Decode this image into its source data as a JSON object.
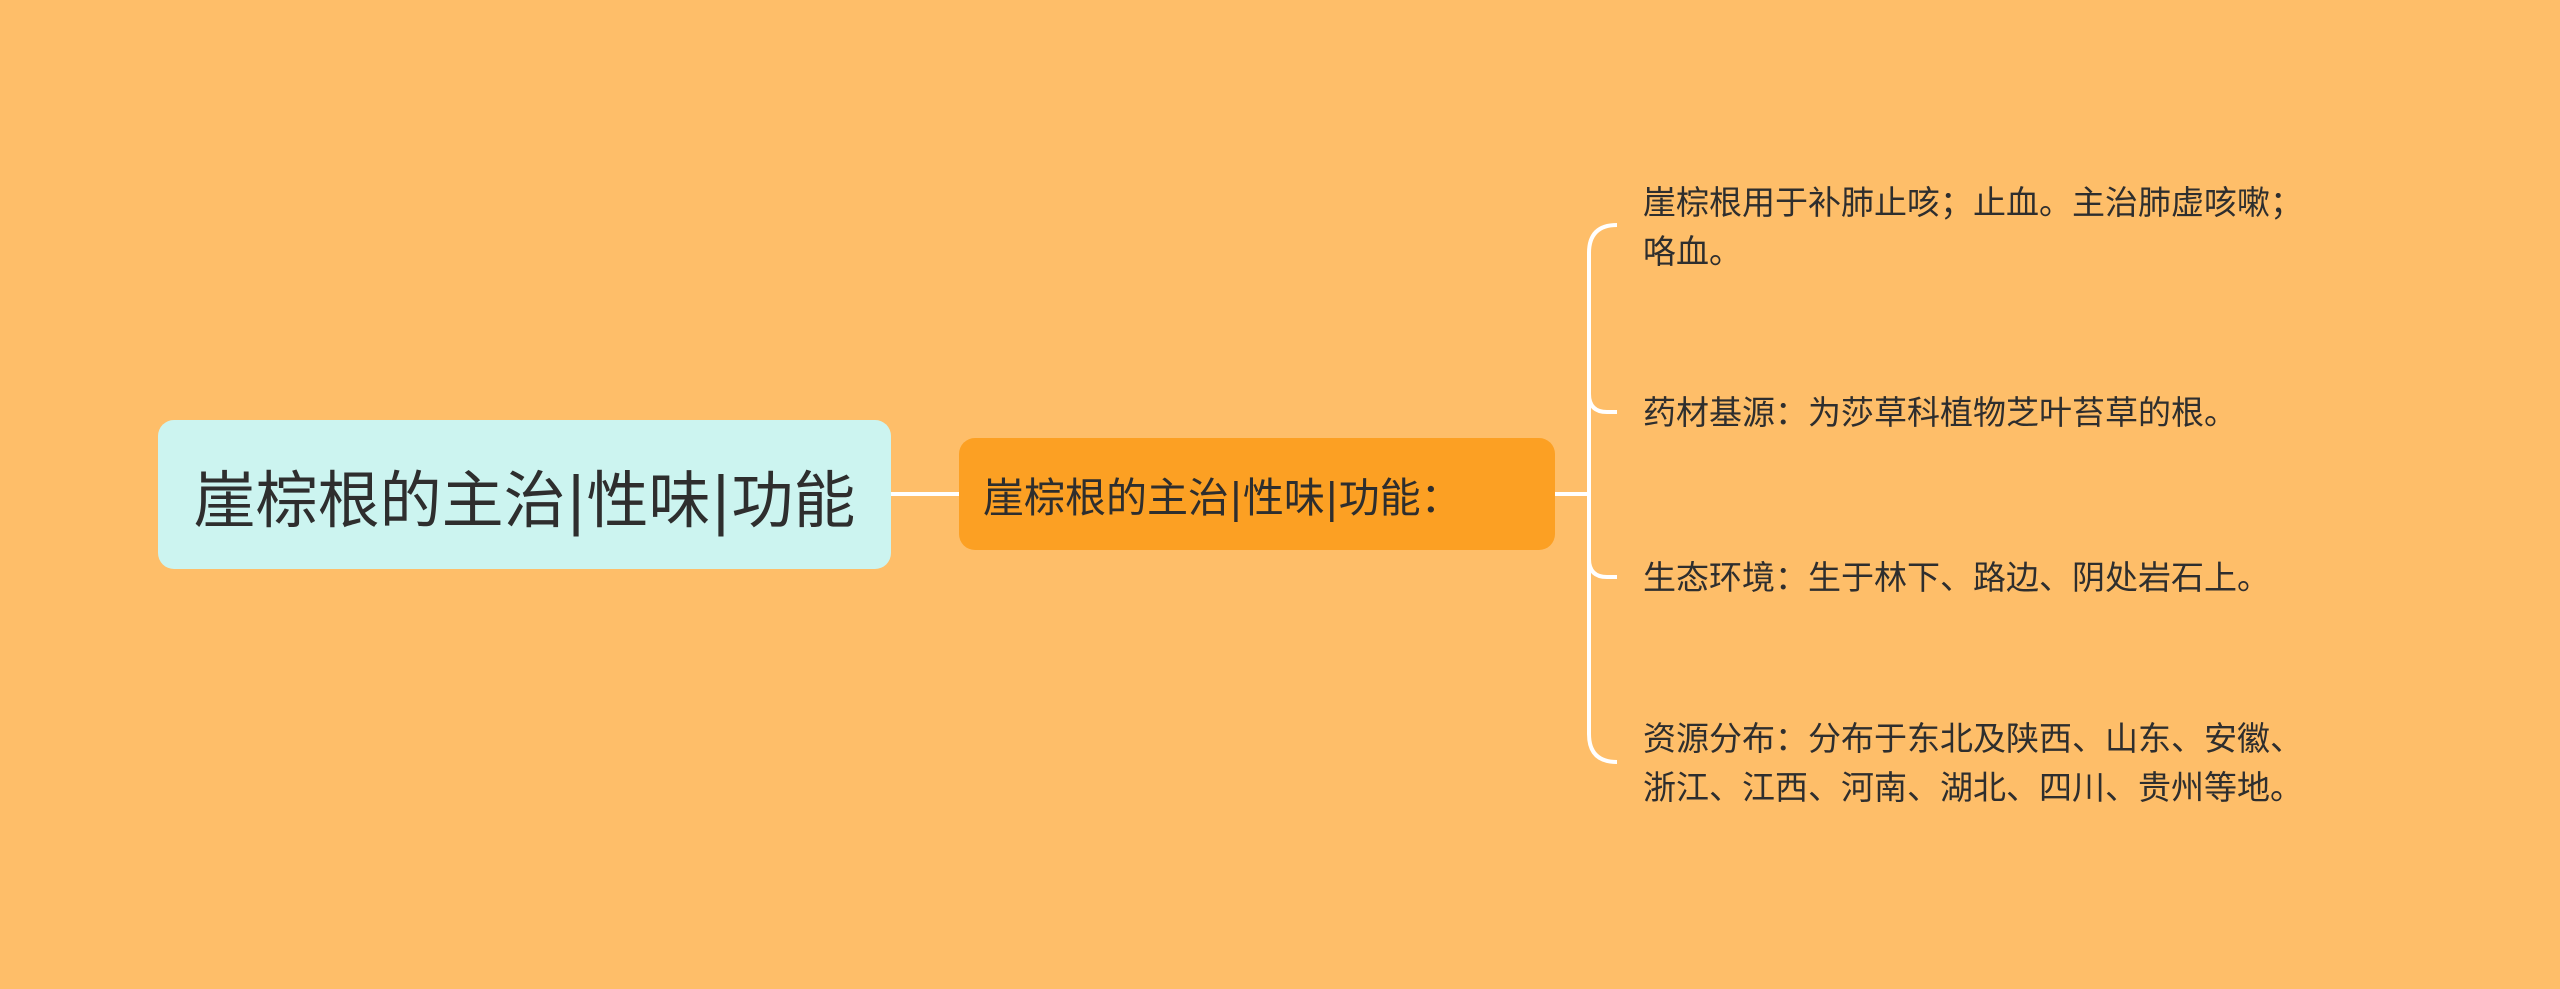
{
  "colors": {
    "background": "#FEBE69",
    "root_fill": "#CCF4F0",
    "mid_fill": "#FCA023",
    "connector": "#FFFFFF",
    "text": "#2E2E2E"
  },
  "root": {
    "label": "崖棕根的主治|性味|功能"
  },
  "middle": {
    "label": "崖棕根的主治|性味|功能："
  },
  "leaves": [
    {
      "lines": [
        "崖棕根用于补肺止咳；止血。主治肺虚咳嗽；",
        "咯血。"
      ]
    },
    {
      "lines": [
        "药材基源：为莎草科植物芝叶苔草的根。"
      ]
    },
    {
      "lines": [
        "生态环境：生于林下、路边、阴处岩石上。"
      ]
    },
    {
      "lines": [
        "资源分布：分布于东北及陕西、山东、安徽、",
        "浙江、江西、河南、湖北、四川、贵州等地。"
      ]
    }
  ]
}
